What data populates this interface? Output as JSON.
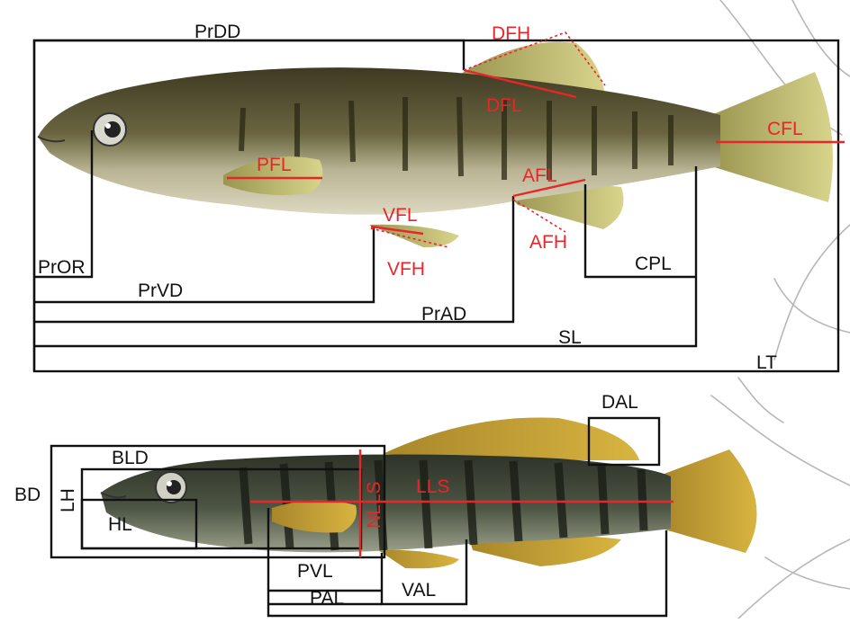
{
  "top_fish": {
    "measurements": {
      "prdd": "PrDD",
      "dfh": "DFH",
      "dfl": "DFL",
      "cfl": "CFL",
      "pfl": "PFL",
      "afl": "AFL",
      "afh": "AFH",
      "vfl": "VFL",
      "vfh": "VFH",
      "pror": "PrOR",
      "prvd": "PrVD",
      "prad": "PrAD",
      "cpl": "CPL",
      "sl": "SL",
      "lt": "LT"
    }
  },
  "bottom_fish": {
    "measurements": {
      "dal": "DAL",
      "bld": "BLD",
      "bd": "BD",
      "lh": "LH",
      "hl": "HL",
      "nlls": "NLLS",
      "lls": "LLS",
      "pvl": "PVL",
      "pal": "PAL",
      "val": "VAL"
    }
  },
  "colors": {
    "measurement_line": "#111111",
    "fin_measurement": "#e8262a"
  }
}
